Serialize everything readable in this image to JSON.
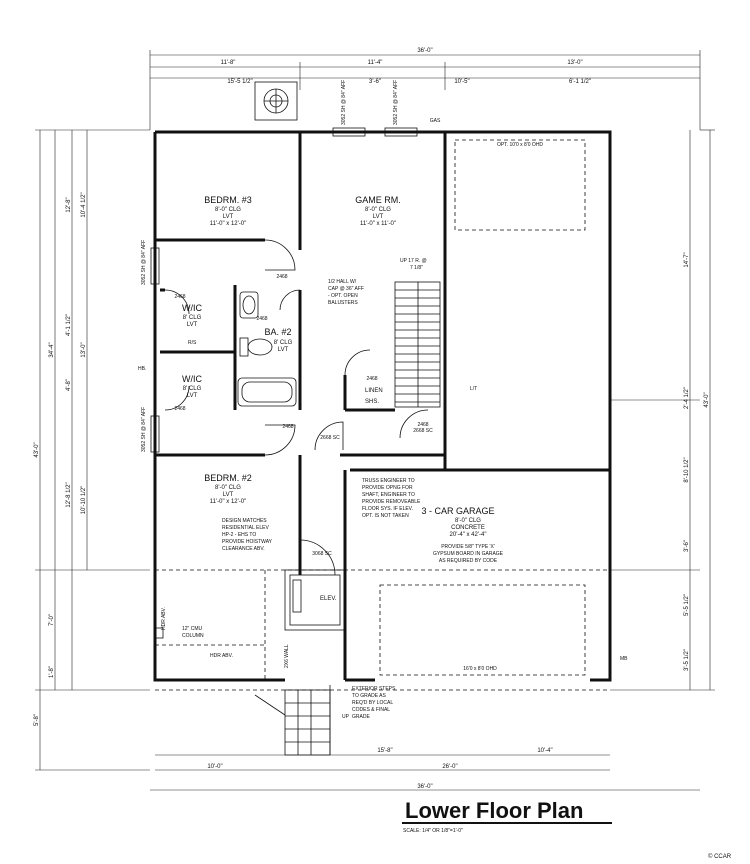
{
  "dims": {
    "overall_top": "36'-0\"",
    "overall_bottom": "36'-0\"",
    "top_left": "11'-8\"",
    "top_mid": "11'-4\"",
    "top_right": "13'-0\"",
    "top_a": "15'-5 1/2\"",
    "top_b": "3'-6\"",
    "top_c": "10'-5\"",
    "top_d": "6'-1 1/2\"",
    "left_total": "43'-0\"",
    "left_upper": "34'-4\"",
    "left_a": "12'-8\"",
    "left_b": "4'-1 1/2\"",
    "left_c": "4'-8\"",
    "left_d": "13'-0\"",
    "left_e": "12'-8 1/2\"",
    "left_f": "7'-0\"",
    "left_g": "1'-8\"",
    "left_h": "5'-8\"",
    "left_i": "10'-4 1/2\"",
    "left_j": "10'-10 1/2\"",
    "right_total": "43'-0\"",
    "right_a": "14'-7\"",
    "right_b": "2'-4 1/2\"",
    "right_c": "8'-10 1/2\"",
    "right_d": "3'-6\"",
    "right_e": "5'-5 1/2\"",
    "right_f": "3'-5 1/2\"",
    "bottom_a": "10'-0\"",
    "bottom_b": "26'-0\"",
    "bottom_c": "15'-8\"",
    "bottom_d": "10'-4\""
  },
  "rooms": {
    "bedrm3": {
      "title": "BEDRM. #3",
      "l1": "8'-0\" CLG",
      "l2": "LVT",
      "l3": "11'-0\" x 12'-0\""
    },
    "game": {
      "title": "GAME RM.",
      "l1": "8'-0\" CLG",
      "l2": "LVT",
      "l3": "11'-0\" x 11'-0\""
    },
    "bedrm2": {
      "title": "BEDRM. #2",
      "l1": "8'-0\" CLG",
      "l2": "LVT",
      "l3": "11'-0\" x 12'-0\""
    },
    "ba2": {
      "title": "BA. #2",
      "l1": "8' CLG",
      "l2": "LVT"
    },
    "wic1": {
      "title": "W/IC",
      "l1": "8' CLG",
      "l2": "LVT"
    },
    "wic2": {
      "title": "W/IC",
      "l1": "8' CLG",
      "l2": "LVT"
    },
    "garage": {
      "title": "3 - CAR GARAGE",
      "l1": "8'-0\" CLG",
      "l2": "CONCRETE",
      "l3": "20'-4\" x 42'-4\""
    },
    "elev": {
      "title": "ELEV."
    },
    "linen": {
      "title": "LINEN"
    },
    "shs": {
      "title": "SHS."
    }
  },
  "doors": {
    "d2468a": "2468",
    "d2468b": "2468",
    "d2468c": "2468",
    "d2468d": "2468",
    "d2468e": "2468",
    "d2468f": "2468",
    "d2468g": "2468",
    "d2668sc1": "2668 SC",
    "d2668sc2": "2668 SC",
    "d3068sc": "3068 SC",
    "win1": "3052 SH @ 84\" AFF",
    "win2": "3052 SH @ 84\" AFF",
    "win3": "3052 SH @ 84\" AFF",
    "win4": "3052 SH @ 84\" AFF",
    "gas": "GAS",
    "ohd_top": "OPT. 10'0 x 8'0 OHD",
    "ohd_bottom": "16'0 x 8'0 OHD"
  },
  "notes": {
    "hall": [
      "1/2 HALL W/",
      "CAP @ 36\" AFF",
      "- OPT. OPEN",
      "BALUSTERS"
    ],
    "stair": [
      "UP 17 R. @",
      "7 1/8\""
    ],
    "truss": [
      "TRUSS ENGINEER TO",
      "PROVIDE OPNG FOR",
      "SHAFT, ENGINEER TO",
      "PROVIDE REMOVEABLE",
      "FLOOR SYS. IF ELEV.",
      "OPT. IS NOT TAKEN"
    ],
    "design": [
      "DESIGN MATCHES",
      "RESIDENTIAL ELEV",
      "HP-2 - EHS TO",
      "PROVIDE HOISTWAY",
      "CLEARANCE ABV."
    ],
    "gyp": [
      "PROVIDE 5/8\" TYPE 'X'",
      "GYPSUM BOARD IN GARAGE",
      "AS REQUIRED BY CODE"
    ],
    "steps": [
      "EXTERIOR STEPS",
      "TO GRADE AS",
      "REQ'D BY LOCAL",
      "CODES & FINAL",
      "GRADE"
    ],
    "column": [
      "12\" CMU",
      "COLUMN"
    ],
    "hdr_abv": "HDR ABV.",
    "hdr_abv2": "HDR ABV.",
    "hall_side": "2X6 WALL",
    "hb": "HB.",
    "up": "UP",
    "lt": "L/T",
    "rs": "R/S",
    "mb": "MB"
  },
  "footer": {
    "title": "Lower Floor Plan",
    "scale": "SCALE: 1/4\" OR 1/8\"=1'-0\"",
    "watermark": "© CCAR"
  }
}
